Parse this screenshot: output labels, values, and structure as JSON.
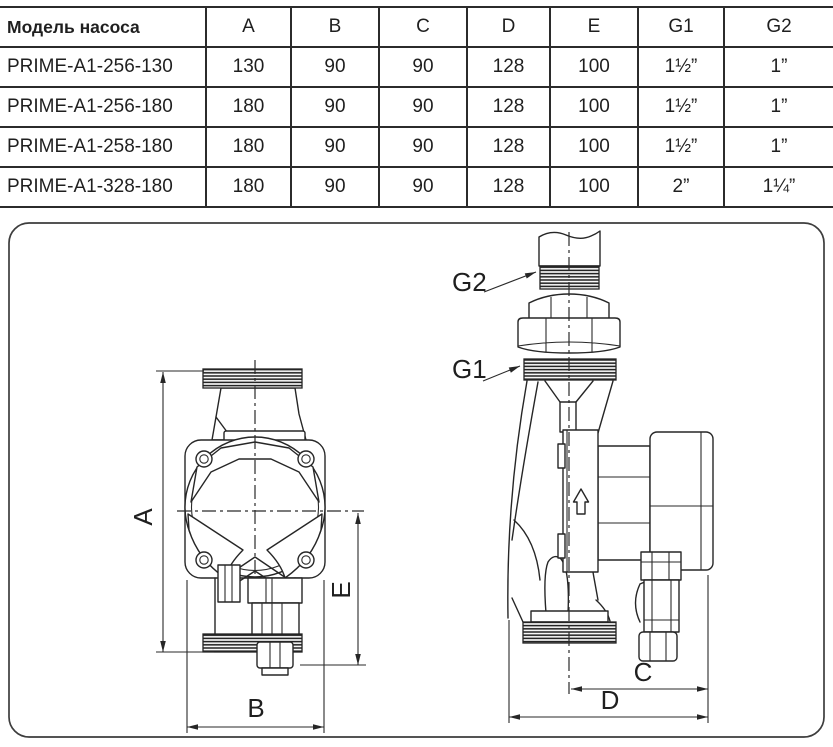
{
  "document": {
    "type": "pump-dimensions-spec"
  },
  "table": {
    "headers": [
      "Модель насоса",
      "A",
      "B",
      "C",
      "D",
      "E",
      "G1",
      "G2"
    ],
    "rows": [
      [
        "PRIME-A1-256-130",
        "130",
        "90",
        "90",
        "128",
        "100",
        "1½”",
        "1”"
      ],
      [
        "PRIME-A1-256-180",
        "180",
        "90",
        "90",
        "128",
        "100",
        "1½”",
        "1”"
      ],
      [
        "PRIME-A1-258-180",
        "180",
        "90",
        "90",
        "128",
        "100",
        "1½”",
        "1”"
      ],
      [
        "PRIME-A1-328-180",
        "180",
        "90",
        "90",
        "128",
        "100",
        "2”",
        "1¼”"
      ]
    ]
  },
  "diagram": {
    "labels": {
      "a": "A",
      "b": "B",
      "c": "C",
      "d": "D",
      "e": "E",
      "g1": "G1",
      "g2": "G2"
    },
    "flow_arrow": "up"
  },
  "colors": {
    "line": "#262626",
    "background": "#ffffff",
    "container_border": "#3d3d3d"
  }
}
